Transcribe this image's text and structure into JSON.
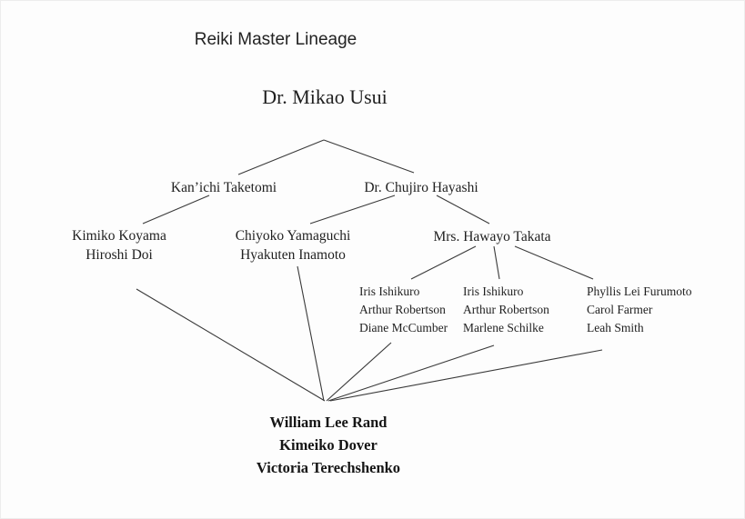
{
  "colors": {
    "background": "#fdfdfd",
    "text": "#1f1f1f",
    "line": "#3a3a3a"
  },
  "diagram": {
    "title": "Reiki Master Lineage",
    "root": "Dr. Mikao Usui",
    "taketomi": "Kan’ichi Taketomi",
    "hayashi": "Dr. Chujiro Hayashi",
    "koyama": {
      "line1": "Kimiko Koyama",
      "line2": "Hiroshi Doi"
    },
    "yamaguchi": {
      "line1": "Chiyoko Yamaguchi",
      "line2": "Hyakuten Inamoto"
    },
    "takata": "Mrs. Hawayo Takata",
    "group1": {
      "line1": "Iris Ishikuro",
      "line2": "Arthur Robertson",
      "line3": "Diane McCumber"
    },
    "group2": {
      "line1": "Iris Ishikuro",
      "line2": "Arthur Robertson",
      "line3": "Marlene Schilke"
    },
    "group3": {
      "line1": "Phyllis Lei Furumoto",
      "line2": "Carol Farmer",
      "line3": "Leah Smith"
    },
    "bottom": {
      "line1": "William Lee Rand",
      "line2": "Kimeiko Dover",
      "line3": "Victoria Terechshenko"
    }
  }
}
